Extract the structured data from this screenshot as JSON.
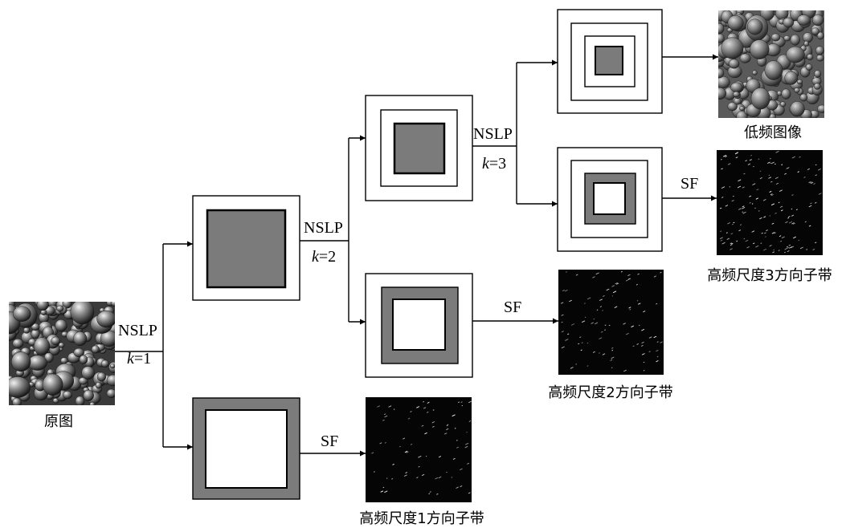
{
  "diagram": {
    "labels": {
      "original": "原图",
      "nslp": "NSLP",
      "k_var": "k",
      "k1": "=1",
      "k2": "=2",
      "k3": "=3",
      "sf": "SF",
      "lowfreq": "低频图像",
      "hf1": "高频尺度1方向子带",
      "hf2": "高频尺度2方向子带",
      "hf3": "高频尺度3方向子带"
    },
    "colors": {
      "ink": "#000000",
      "band_gray": "#7a7a7a",
      "dark_image": "#050505"
    }
  }
}
